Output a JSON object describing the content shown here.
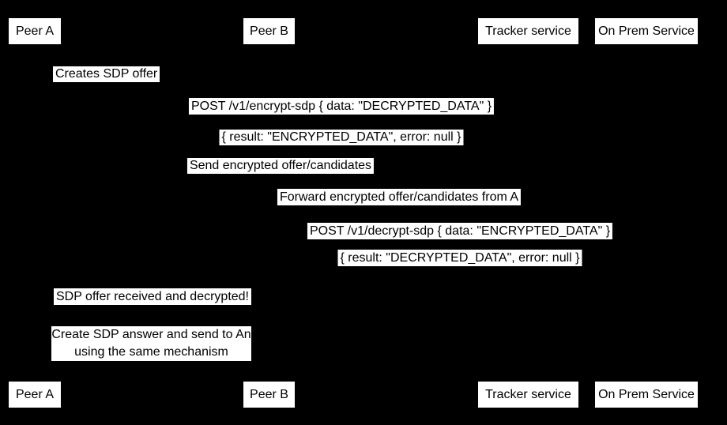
{
  "diagram": {
    "kind": "sequence-diagram",
    "colors": {
      "background": "#000000",
      "box_fill": "#ffffff",
      "text": "#000000"
    },
    "participants": [
      {
        "label": "Peer A"
      },
      {
        "label": "Peer B"
      },
      {
        "label": "Tracker service"
      },
      {
        "label": "On Prem Service"
      }
    ],
    "messages": [
      {
        "text": "Creates SDP offer"
      },
      {
        "text": "POST /v1/encrypt-sdp { data: \"DECRYPTED_DATA\" }"
      },
      {
        "text": "{ result: \"ENCRYPTED_DATA\", error: null }"
      },
      {
        "text": "Send encrypted offer/candidates"
      },
      {
        "text": "Forward encrypted offer/candidates from A"
      },
      {
        "text": "POST /v1/decrypt-sdp { data: \"ENCRYPTED_DATA\" }"
      },
      {
        "text": "{ result: \"DECRYPTED_DATA\", error: null }"
      },
      {
        "text": "SDP offer received and decrypted!"
      }
    ],
    "note": {
      "line1": "Create SDP answer and send to An",
      "line2": "using the same mechanism"
    }
  }
}
